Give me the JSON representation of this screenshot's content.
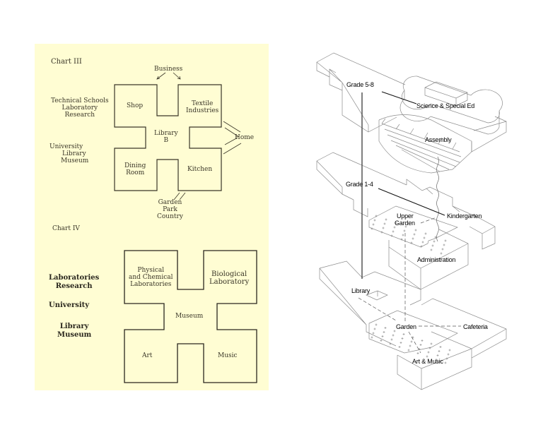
{
  "chart3": {
    "title": "Chart III",
    "external": {
      "top": "Business",
      "right": "Home",
      "bottom_lines": [
        "Garden",
        "Park",
        "Country"
      ]
    },
    "side_labels": [
      {
        "lines": [
          "Technical Schools",
          "Laboratory",
          "Research"
        ]
      },
      {
        "lines": [
          "University",
          "Library",
          "Museum"
        ]
      }
    ],
    "rooms": {
      "top_left": [
        "Shop"
      ],
      "top_right": [
        "Textile",
        "Industries"
      ],
      "center": [
        "Library",
        "B"
      ],
      "bottom_left": [
        "Dining",
        "Room"
      ],
      "bottom_right": [
        "Kitchen"
      ]
    }
  },
  "chart4": {
    "title": "Chart IV",
    "side_labels": [
      {
        "lines": [
          "Laboratories",
          "Research"
        ]
      },
      {
        "lines": [
          "University"
        ]
      },
      {
        "lines": [
          "Library",
          "Museum"
        ]
      }
    ],
    "rooms": {
      "top_left": [
        "Physical",
        "and Chemical",
        "Laboratories"
      ],
      "top_right": [
        "Biological",
        "Laboratory"
      ],
      "center": [
        "Museum"
      ],
      "bottom_left": [
        "Art"
      ],
      "bottom_right": [
        "Music"
      ]
    }
  },
  "axonometric": {
    "labels": {
      "grade_5_8": "Grade 5-8",
      "science": "Science & Special Ed",
      "assembly": "Assembly",
      "grade_1_4": "Grade 1-4",
      "kindergarten": "Kindergarten",
      "upper_garden": [
        "Upper",
        "Garden"
      ],
      "administration": "Administration",
      "library": "Library",
      "garden": "Garden",
      "cafeteria": "Cafeteria",
      "art_music": "Art & Music"
    }
  },
  "colors": {
    "paper": "#fffdd3",
    "ink": "#3a3628",
    "line": "#9a9a9a"
  }
}
